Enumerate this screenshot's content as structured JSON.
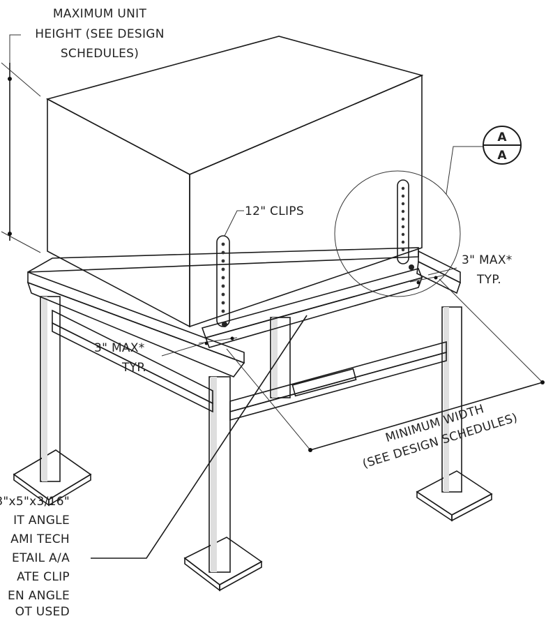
{
  "labels": {
    "max_height": [
      "MAXIMUM UNIT",
      "HEIGHT (SEE DESIGN",
      "SCHEDULES)"
    ],
    "clips": "12\" CLIPS",
    "max_left": [
      "3\" MAX*",
      "TYP."
    ],
    "max_right": [
      "3\" MAX*",
      "TYP."
    ],
    "min_width": [
      "MINIMUM WIDTH",
      "(SEE DESIGN SCHEDULES)"
    ],
    "angle_note": [
      "3\"x5\"x3/16\"",
      "IT ANGLE",
      "AMI TECH",
      "ETAIL A/A",
      "ATE CLIP",
      "EN ANGLE",
      "OT USED"
    ]
  },
  "detail_callout": {
    "top": "A",
    "bottom": "A"
  },
  "colors": {
    "line": "#1a1a1a",
    "box_fill": "#f4f4f4",
    "box_top": "#fafafa",
    "steel": "#b8b8b8",
    "steel_dark": "#8c8c8c"
  }
}
